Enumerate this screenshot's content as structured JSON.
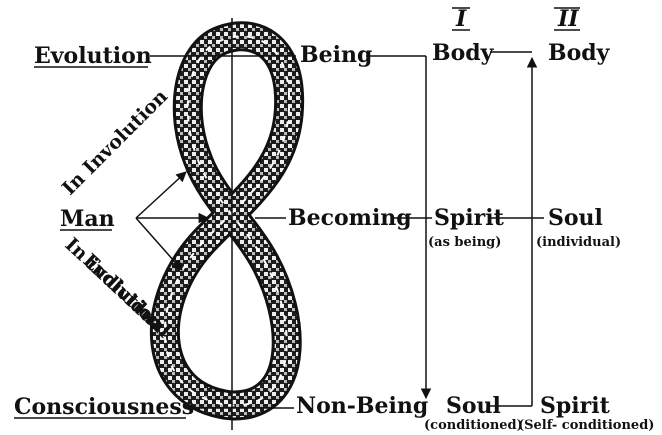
{
  "left_labels": {
    "evolution": "Evolution",
    "man": "Man",
    "consciousness": "Consciousness",
    "in_involution": "In Involution",
    "in_individual": "In individual",
    "evolution_small": "Evolution"
  },
  "middle_labels": {
    "being": "Being",
    "becoming": "Becoming",
    "non_being": "Non-Being"
  },
  "column_one": {
    "heading": "I",
    "body": "Body",
    "spirit": "Spirit",
    "spirit_note": "(as being)",
    "soul": "Soul",
    "soul_note": "(conditioned)"
  },
  "column_two": {
    "heading": "II",
    "body": "Body",
    "soul": "Soul",
    "soul_note": "(individual)",
    "spirit": "Spirit",
    "spirit_note": "(Self- conditioned)"
  },
  "colors": {
    "ink": "#111111",
    "band_dark": "#1c1c1c",
    "band_light": "#f2f2f2"
  }
}
